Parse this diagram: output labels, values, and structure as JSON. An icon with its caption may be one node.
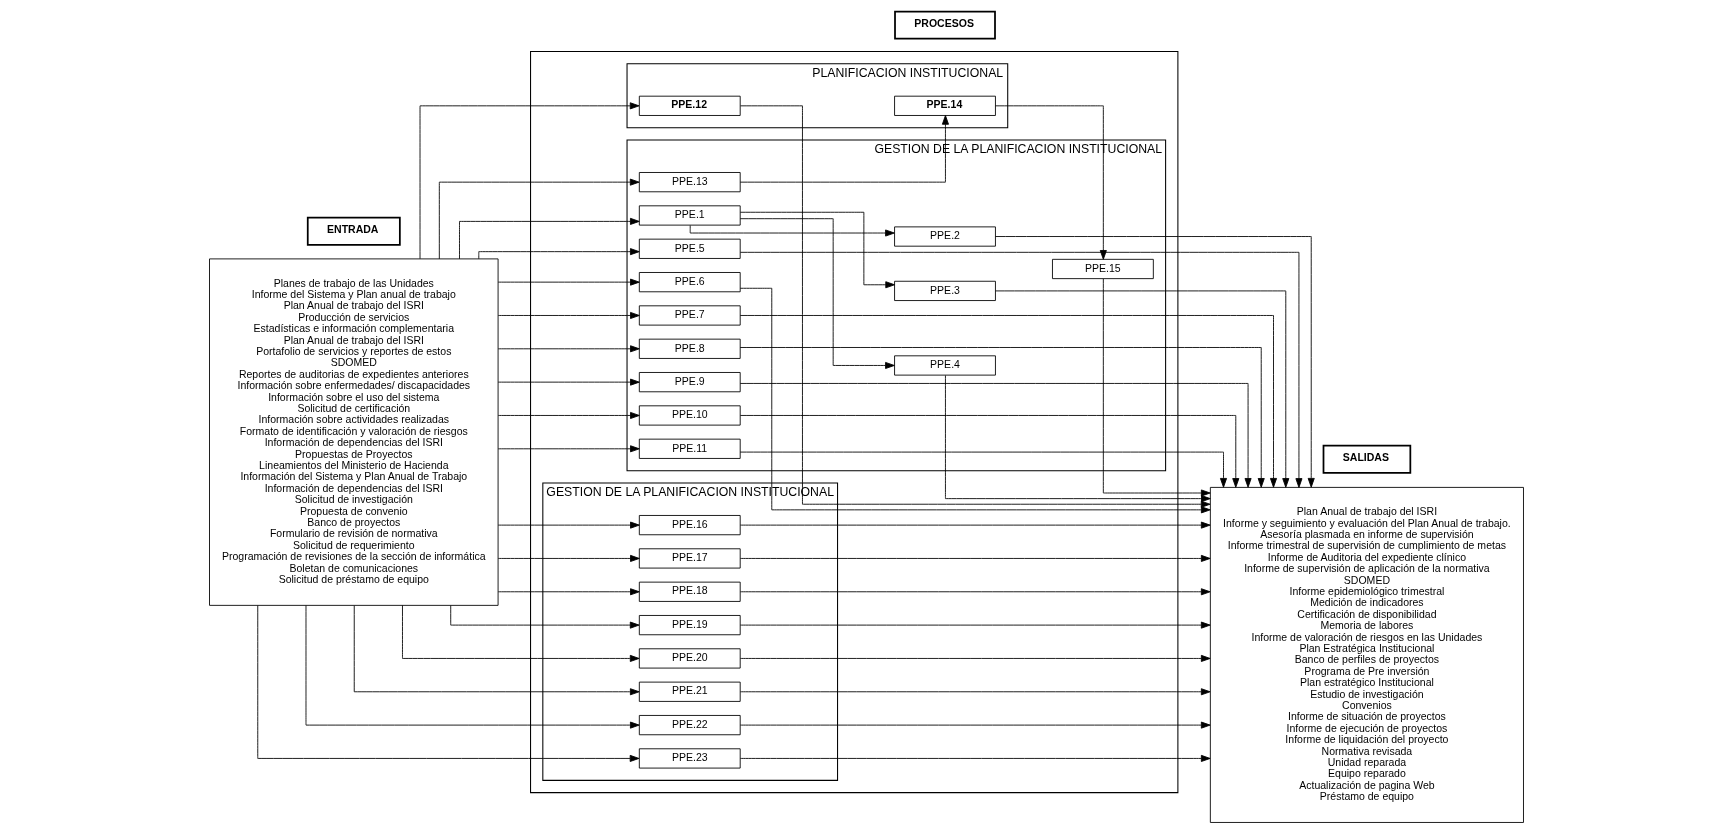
{
  "diagram": {
    "nodes": [
      {
        "text": [
          "ENTRADA"
        ]
      },
      {
        "text": [
          "PROCESOS"
        ]
      },
      {
        "text": [
          "SALIDAS"
        ]
      },
      {
        "text": [
          "Planes de trabajo de las Unidades",
          "Informe del Sistema y Plan anual de trabajo",
          "Plan Anual de trabajo del ISRI",
          "Producción de servicios",
          "Estadísticas e información complementaria",
          "Plan Anual de trabajo del ISRI",
          "Portafolio de servicios y reportes de estos",
          "SDOMED",
          "Reportes de auditorias de expedientes anteriores",
          "Información sobre enfermedades/ discapacidades",
          "Información sobre el uso del sistema",
          "Solicitud de certificación",
          "Información sobre actividades realizadas",
          "Formato de identificación y valoración de riesgos",
          "Información de dependencias del ISRI",
          "Propuestas de Proyectos",
          "Lineamientos del Ministerio de Hacienda",
          "Información del Sistema y Plan Anual de Trabajo",
          "Información de dependencias del ISRI",
          "Solicitud de investigación",
          "Propuesta de convenio",
          "Banco de proyectos",
          "Formulario de revisión de normativa",
          "Solicitud de requerimiento",
          "Programación de revisiones de la sección de informática",
          "Boletan de comunicaciones",
          "Solicitud de préstamo de equipo"
        ]
      },
      {
        "text": [],
        "shape": "box"
      },
      {
        "text": [
          "GESTION DE LA PLANIFICACION INSTITUCIONAL"
        ],
        "in": 4
      },
      {
        "text": [
          "PPE.1"
        ],
        "in": 5
      },
      {
        "text": [
          "PPE.2"
        ],
        "in": 5
      },
      {
        "text": [
          "PPE.3"
        ],
        "in": 5
      },
      {
        "text": [
          "PPE.4"
        ],
        "in": 5
      },
      {
        "text": [
          "PPE.13"
        ],
        "in": 5
      },
      {
        "text": [
          "PPE.5"
        ],
        "in": 5
      },
      {
        "text": [
          "PPE.6"
        ],
        "in": 5
      },
      {
        "text": [
          "PPE.7"
        ],
        "in": 5
      },
      {
        "text": [
          "PPE.8"
        ],
        "in": 5
      },
      {
        "text": [
          "PPE.9"
        ],
        "in": 5
      },
      {
        "text": [
          "PPE.10"
        ],
        "in": 5
      },
      {
        "text": [
          "PPE.11"
        ],
        "in": 5
      },
      {
        "text": [
          "PPE.15"
        ],
        "in": 5
      },
      {
        "text": [
          "PLANIFICACION INSTITUCIONAL"
        ],
        "in": 4
      },
      {
        "text": [
          "PPE.12"
        ],
        "in": 19
      },
      {
        "text": [
          "PPE.14"
        ],
        "in": 19
      },
      {
        "text": [
          "GESTION DE LA PLANIFICACION INSTITUCIONAL"
        ],
        "in": 4
      },
      {
        "text": [
          "PPE.16"
        ],
        "in": 22
      },
      {
        "text": [
          "PPE.17"
        ],
        "in": 22
      },
      {
        "text": [
          "PPE.18"
        ],
        "in": 22
      },
      {
        "text": [
          "PPE.19"
        ],
        "in": 22
      },
      {
        "text": [
          "PPE.20"
        ],
        "in": 22
      },
      {
        "text": [
          "PPE.21"
        ],
        "in": 22
      },
      {
        "text": [
          "PPE.22"
        ],
        "in": 22
      },
      {
        "text": [
          "PPE.23"
        ],
        "in": 22
      },
      {
        "text": [
          "Plan Anual de trabajo del ISRI",
          "Informe y seguimiento y evaluación del Plan Anual de trabajo.",
          "Asesoría plasmada en informe de supervisión",
          "Informe trimestral de supervisión de cumplimiento de metas",
          "Informe de Auditoria del expediente clínico",
          "Informe de supervisión de aplicación de la normativa",
          "SDOMED",
          "Informe epidemiológico trimestral",
          "Medición de indicadores",
          "Certificación de disponibilidad",
          "Memoria de labores",
          "Informe de valoración de riesgos en las Unidades",
          "Plan Estratégica Institucional",
          "Banco de perfiles de proyectos",
          "Programa de Pre inversión",
          "Plan estratégico Institucional",
          "Estudio de investigación",
          "Convenios",
          "Informe de situación de proyectos",
          "Informe de ejecución de proyectos",
          "Informe de liquidación del proyecto",
          "Normativa revisada",
          "Unidad reparada",
          "Equipo reparado",
          "Actualización de pagina Web",
          "Préstamo de equipo"
        ]
      }
    ],
    "edges": [
      {
        "from": 3,
        "to": 6,
        "arrow": "to"
      },
      {
        "from": 3,
        "to": 10,
        "arrow": "to"
      },
      {
        "from": 3,
        "to": 11,
        "arrow": "to"
      },
      {
        "from": 3,
        "to": 12,
        "arrow": "to"
      },
      {
        "from": 3,
        "to": 13,
        "arrow": "to"
      },
      {
        "from": 3,
        "to": 14,
        "arrow": "to"
      },
      {
        "from": 3,
        "to": 15,
        "arrow": "to"
      },
      {
        "from": 3,
        "to": 16,
        "arrow": "to"
      },
      {
        "from": 3,
        "to": 17,
        "arrow": "to"
      },
      {
        "from": 3,
        "to": 20,
        "arrow": "to"
      },
      {
        "from": 3,
        "to": 23,
        "arrow": "to"
      },
      {
        "from": 3,
        "to": 24,
        "arrow": "to"
      },
      {
        "from": 3,
        "to": 25,
        "arrow": "to"
      },
      {
        "from": 3,
        "to": 26,
        "arrow": "to"
      },
      {
        "from": 3,
        "to": 27,
        "arrow": "to"
      },
      {
        "from": 3,
        "to": 28,
        "arrow": "to"
      },
      {
        "from": 3,
        "to": 29,
        "arrow": "to"
      },
      {
        "from": 3,
        "to": 30,
        "arrow": "to"
      },
      {
        "from": 6,
        "to": 7,
        "arrow": "to"
      },
      {
        "from": 6,
        "to": 8,
        "arrow": "to"
      },
      {
        "from": 6,
        "to": 9,
        "arrow": "to"
      },
      {
        "from": 7,
        "to": 31,
        "arrow": "to"
      },
      {
        "from": 8,
        "to": 31,
        "arrow": "to"
      },
      {
        "from": 9,
        "to": 31,
        "arrow": "to"
      },
      {
        "from": 10,
        "to": 21,
        "arrow": "to"
      },
      {
        "from": 21,
        "to": 18,
        "arrow": "to"
      },
      {
        "from": 18,
        "to": 31,
        "arrow": "to"
      },
      {
        "from": 11,
        "to": 31,
        "arrow": "to"
      },
      {
        "from": 12,
        "to": 31,
        "arrow": "to"
      },
      {
        "from": 13,
        "to": 31,
        "arrow": "to"
      },
      {
        "from": 14,
        "to": 31,
        "arrow": "to"
      },
      {
        "from": 15,
        "to": 31,
        "arrow": "to"
      },
      {
        "from": 16,
        "to": 31,
        "arrow": "to"
      },
      {
        "from": 17,
        "to": 31,
        "arrow": "to"
      },
      {
        "from": 20,
        "to": 31,
        "arrow": "to"
      },
      {
        "from": 23,
        "to": 31,
        "arrow": "to"
      },
      {
        "from": 24,
        "to": 31,
        "arrow": "to"
      },
      {
        "from": 25,
        "to": 31,
        "arrow": "to"
      },
      {
        "from": 26,
        "to": 31,
        "arrow": "to"
      },
      {
        "from": 27,
        "to": 31,
        "arrow": "to"
      },
      {
        "from": 28,
        "to": 31,
        "arrow": "to"
      },
      {
        "from": 29,
        "to": 31,
        "arrow": "to"
      },
      {
        "from": 30,
        "to": 31,
        "arrow": "to"
      }
    ]
  }
}
